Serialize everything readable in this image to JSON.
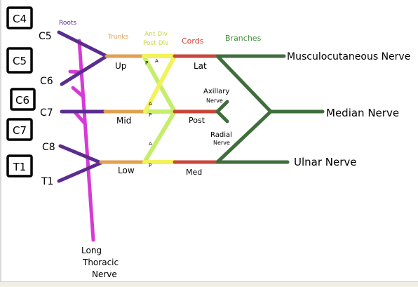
{
  "level_boxes": [
    "C4",
    "C5",
    "C6",
    "C7",
    "T1"
  ],
  "section_labels": {
    "roots": "Roots",
    "trunks": "Trunks",
    "divisions_line1": "Ant Div",
    "divisions_line2": "Post Div",
    "cords": "Cords",
    "branches": "Branches"
  },
  "root_labels": {
    "c5": "C5",
    "c6": "C6",
    "c7": "C7",
    "c8": "C8",
    "t1": "T1"
  },
  "trunk_labels": {
    "upper": "Up",
    "middle": "Mid",
    "lower": "Low"
  },
  "division_letters": {
    "upper_p": "P",
    "upper_a": "A",
    "middle_a": "A",
    "middle_p": "P",
    "lower_a": "A",
    "lower_p": "P"
  },
  "cord_labels": {
    "lateral": "Lat",
    "posterior": "Post",
    "medial": "Med"
  },
  "nerve_labels": {
    "musculocutaneous": "Musculocutaneous Nerve",
    "median": "Median Nerve",
    "ulnar": "Ulnar Nerve",
    "axillary_line1": "Axillary",
    "axillary_line2": "Nerve",
    "radial_line1": "Radial",
    "radial_line2": "Nerve",
    "long_thoracic_line1": "Long",
    "long_thoracic_line2": "Thoracic",
    "long_thoracic_line3": "Nerve"
  },
  "colors": {
    "roots": "#5b2c90",
    "long_thoracic": "#d63ad6",
    "trunks": "#e0a050",
    "anterior_division": "#f2f25a",
    "posterior_division": "#c6ee6a",
    "cords": "#c8473a",
    "branches": "#3f6e3c",
    "roots_text": "#5b2c90",
    "trunks_text": "#e0a050",
    "divisions_text": "#c8d840",
    "cords_text": "#d04030",
    "branches_text": "#3f8e3c"
  }
}
